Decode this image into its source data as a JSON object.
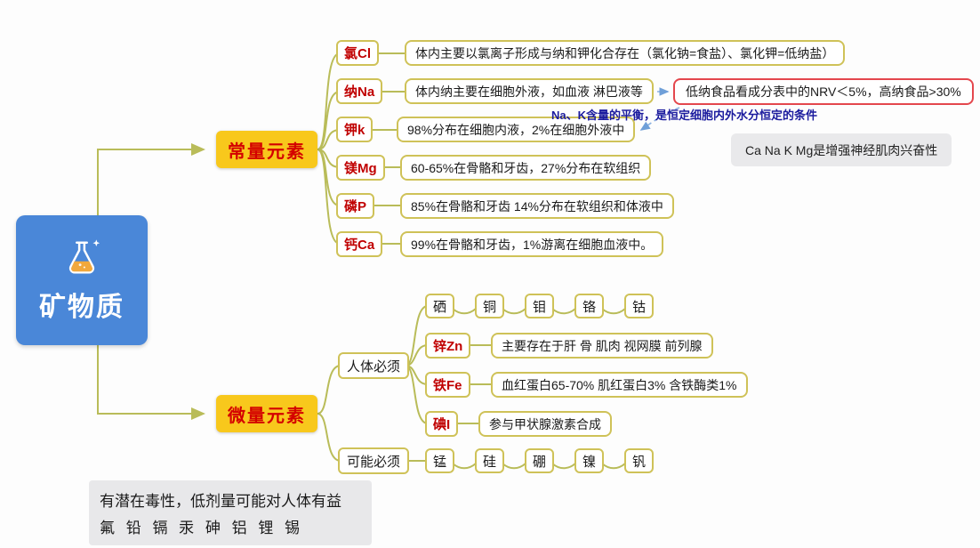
{
  "root": {
    "label": "矿物质"
  },
  "branches": {
    "macro_label": "常量元素",
    "micro_label": "微量元素"
  },
  "macro_items": [
    {
      "element": "氯Cl",
      "desc": "体内主要以氯离子形成与纳和钾化合存在（氯化钠=食盐）、氯化钾=低纳盐）"
    },
    {
      "element": "纳Na",
      "desc": "体内纳主要在细胞外液，如血液 淋巴液等"
    },
    {
      "element": "钾k",
      "desc": "98%分布在细胞内液，2%在细胞外液中"
    },
    {
      "element": "镁Mg",
      "desc": "60-65%在骨骼和牙齿，27%分布在软组织"
    },
    {
      "element": "磷P",
      "desc": "85%在骨骼和牙齿 14%分布在软组织和体液中"
    },
    {
      "element": "钙Ca",
      "desc": "99%在骨骼和牙齿，1%游离在细胞血液中。"
    }
  ],
  "annotations": {
    "sodium_nrv": "低纳食品看成分表中的NRV＜5%，高纳食品>30%",
    "na_k_balance": "Na、K含量的平衡，是恒定细胞内外水分恒定的条件",
    "excitability": "Ca Na K Mg是增强神经肌肉兴奋性"
  },
  "micro": {
    "essential_label": "人体必须",
    "possible_label": "可能必须",
    "essential_simple": [
      "硒",
      "铜",
      "钼",
      "铬",
      "钴"
    ],
    "essential_detailed": [
      {
        "element": "锌Zn",
        "desc": "主要存在于肝 骨 肌肉 视网膜 前列腺"
      },
      {
        "element": "铁Fe",
        "desc": "血红蛋白65-70% 肌红蛋白3% 含铁酶类1%"
      },
      {
        "element": "碘I",
        "desc": "参与甲状腺激素合成"
      }
    ],
    "possible_simple": [
      "锰",
      "硅",
      "硼",
      "镍",
      "钒"
    ]
  },
  "footer": {
    "line1": "有潜在毒性，低剂量可能对人体有益",
    "line2": "氟 铅 镉 汞 砷 铝 锂 锡"
  },
  "colors": {
    "root_bg": "#4a87d8",
    "branch_bg": "#f8c81c",
    "element_text": "#c00000",
    "line": "#b9bc59",
    "red_border": "#e4474d",
    "blue_note": "#1b1b9e"
  }
}
